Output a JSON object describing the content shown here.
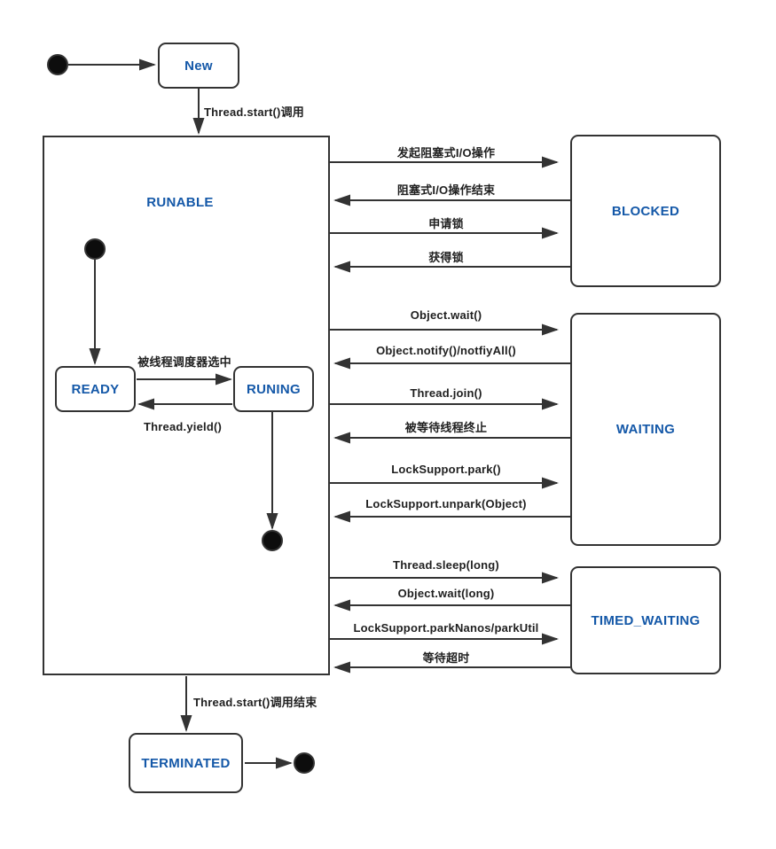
{
  "colors": {
    "state_text": "#1458A8",
    "line": "#333333",
    "label_text": "#1f1f1f"
  },
  "states": {
    "new": "New",
    "runnable": "RUNABLE",
    "ready": "READY",
    "running": "RUNING",
    "blocked": "BLOCKED",
    "waiting": "WAITING",
    "timed_waiting": "TIMED_WAITING",
    "terminated": "TERMINATED"
  },
  "transitions": {
    "new_to_runnable": "Thread.start()调用",
    "runnable_to_terminated": "Thread.start()调用结束",
    "ready_to_running": "被线程调度器选中",
    "running_to_ready": "Thread.yield()",
    "runnable_blocked": [
      {
        "label": "发起阻塞式I/O操作",
        "direction": "right"
      },
      {
        "label": "阻塞式I/O操作结束",
        "direction": "left"
      },
      {
        "label": "申请锁",
        "direction": "right"
      },
      {
        "label": "获得锁",
        "direction": "left"
      }
    ],
    "runnable_waiting": [
      {
        "label": "Object.wait()",
        "direction": "right"
      },
      {
        "label": "Object.notify()/notfiyAll()",
        "direction": "left"
      },
      {
        "label": "Thread.join()",
        "direction": "right"
      },
      {
        "label": "被等待线程终止",
        "direction": "left"
      },
      {
        "label": "LockSupport.park()",
        "direction": "right"
      },
      {
        "label": "LockSupport.unpark(Object)",
        "direction": "left"
      }
    ],
    "runnable_timed_waiting": [
      {
        "label": "Thread.sleep(long)",
        "direction": "right"
      },
      {
        "label": "Object.wait(long)",
        "direction": "left"
      },
      {
        "label": "LockSupport.parkNanos/parkUtil",
        "direction": "right"
      },
      {
        "label": "等待超时",
        "direction": "left"
      }
    ]
  }
}
